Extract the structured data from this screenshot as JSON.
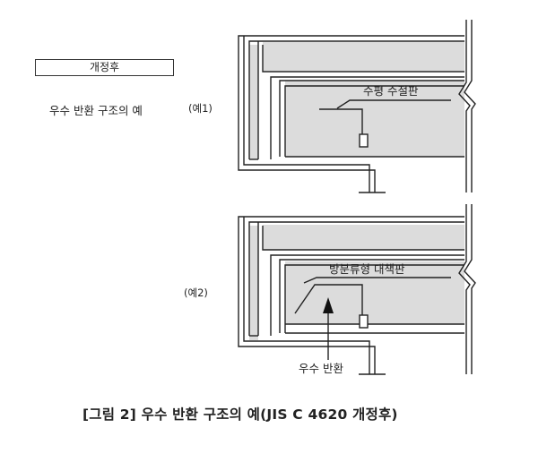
{
  "header": {
    "box_label": "개정후",
    "subtitle": "우수 반환 구조의 예"
  },
  "examples": [
    {
      "label": "(예1)",
      "callout": "수평 수절판"
    },
    {
      "label": "(예2)",
      "callout": "방분류형 대책판",
      "arrow_label": "우수 반환"
    }
  ],
  "caption": "[그림 2] 우수 반환 구조의 예(JIS C 4620 개정후)",
  "colors": {
    "fill": "#dcdcdc",
    "stroke": "#222222"
  }
}
